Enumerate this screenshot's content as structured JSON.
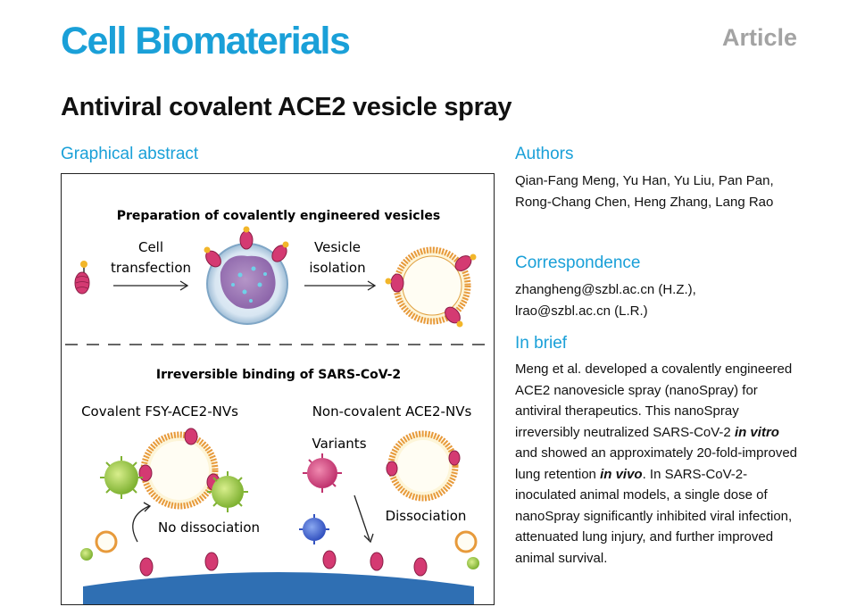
{
  "header": {
    "journal": "Cell Biomaterials",
    "article_type": "Article",
    "title": "Antiviral covalent ACE2 vesicle spray"
  },
  "sections": {
    "graphical_abstract": "Graphical abstract",
    "authors": "Authors",
    "correspondence": "Correspondence",
    "in_brief": "In brief"
  },
  "authors_text": "Qian-Fang Meng, Yu Han, Yu Liu, Pan Pan, Rong-Chang Chen, Heng Zhang, Lang Rao",
  "correspondence_text": [
    "zhangheng@szbl.ac.cn (H.Z.),",
    "lrao@szbl.ac.cn (L.R.)"
  ],
  "in_brief": {
    "p1": "Meng et al. developed a covalently engineered ACE2 nanovesicle spray (nanoSpray) for antiviral therapeutics. This nanoSpray irreversibly neutralized SARS-CoV-2 ",
    "em1": "in vitro",
    "p2": " and showed an approximately 20-fold-improved lung retention ",
    "em2": "in vivo",
    "p3": ". In SARS-CoV-2-inoculated animal models, a single dose of nanoSpray significantly inhibited viral infection, attenuated lung injury, and further improved animal survival."
  },
  "graphical_abstract": {
    "panel1_title": "Preparation of covalently engineered vesicles",
    "step1_line1": "Cell",
    "step1_line2": "transfection",
    "step2_line1": "Vesicle",
    "step2_line2": "isolation",
    "panel2_title": "Irreversible binding of SARS-CoV-2",
    "covalent_label": "Covalent FSY-ACE2-NVs",
    "noncovalent_label": "Non-covalent ACE2-NVs",
    "variants_label": "Variants",
    "no_dissociation_label": "No dissociation",
    "dissociation_label": "Dissociation"
  }
}
